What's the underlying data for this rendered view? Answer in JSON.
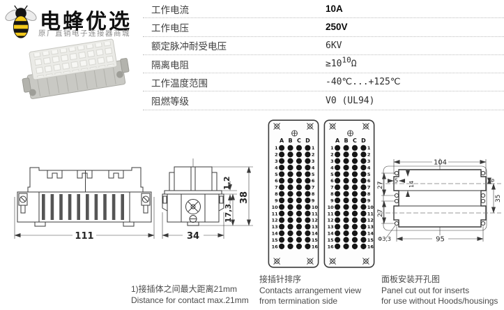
{
  "brand": {
    "logo_text": "电蜂优选",
    "logo_subtext": "原厂直销电子连接器商城",
    "bee_icon": "bee-logo-icon"
  },
  "spec_table": {
    "rows": [
      {
        "label": "工作电流",
        "value": "10A"
      },
      {
        "label": "工作电压",
        "value": "250V"
      },
      {
        "label": "额定脉冲耐受电压",
        "value": "6KV"
      },
      {
        "label": "隔离电阻",
        "value_base": "≥10",
        "value_sup": "10",
        "value_unit": "Ω"
      },
      {
        "label": "工作温度范围",
        "value": "-40℃...+125℃"
      },
      {
        "label": "阻燃等级",
        "value": "V0 (UL94)"
      }
    ]
  },
  "drawings": {
    "front_view": {
      "dim_width": "111"
    },
    "side_view": {
      "dim_width": "34",
      "dim_total_height": "38",
      "dim_flange": "1,2",
      "dim_depth": "17,3"
    },
    "pin_panel": {
      "columns": [
        "A",
        "B",
        "C",
        "D"
      ],
      "rows": 16
    },
    "panel_cutout": {
      "dim_top": "104",
      "dim_bottom": "95",
      "dim_left_upper": "27",
      "dim_left_lower": "27",
      "dim_notch_width": "5",
      "dim_notch_height": "14",
      "dim_hole_dia": "Φ3,3",
      "dim_right_height": "35",
      "dim_right_offset": "6"
    }
  },
  "captions": {
    "contact_note_cn": "1)接插体之间最大距离21mm",
    "contact_note_en": "Distance for contact max.21mm",
    "arrangement_cn": "接插针排序",
    "arrangement_en1": "Contacts arrangement view",
    "arrangement_en2": "from termination side",
    "cutout_cn": "面板安装开孔图",
    "cutout_en1": "Panel cut out for inserts",
    "cutout_en2": "for use without Hoods/housings"
  },
  "colors": {
    "line": "#3a3a3a",
    "text": "#3e3e3e",
    "bee_yellow": "#f3c91c",
    "separator": "#bdbdbd"
  }
}
